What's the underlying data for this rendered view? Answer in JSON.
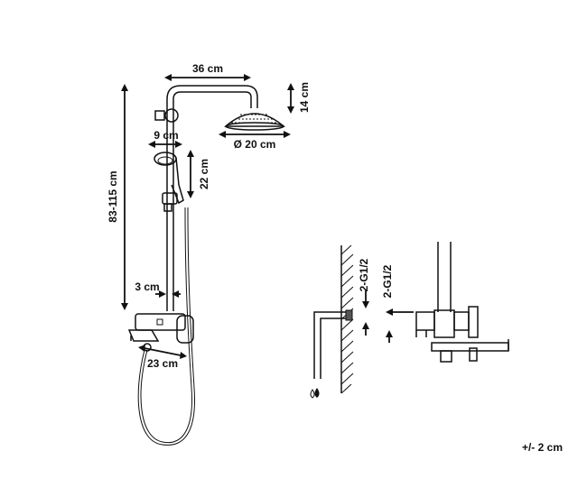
{
  "dimensions": {
    "arm_length": "36 cm",
    "head_height": "14 cm",
    "head_diameter": "Ø 20 cm",
    "hand_shower_width": "9 cm",
    "slide_range": "22 cm",
    "total_height": "83-115 cm",
    "wall_offset": "3 cm",
    "spout_length": "23 cm",
    "inlet_left": "2-G1/2",
    "inlet_right": "2-G1/2"
  },
  "tolerance": "+/- 2 cm"
}
